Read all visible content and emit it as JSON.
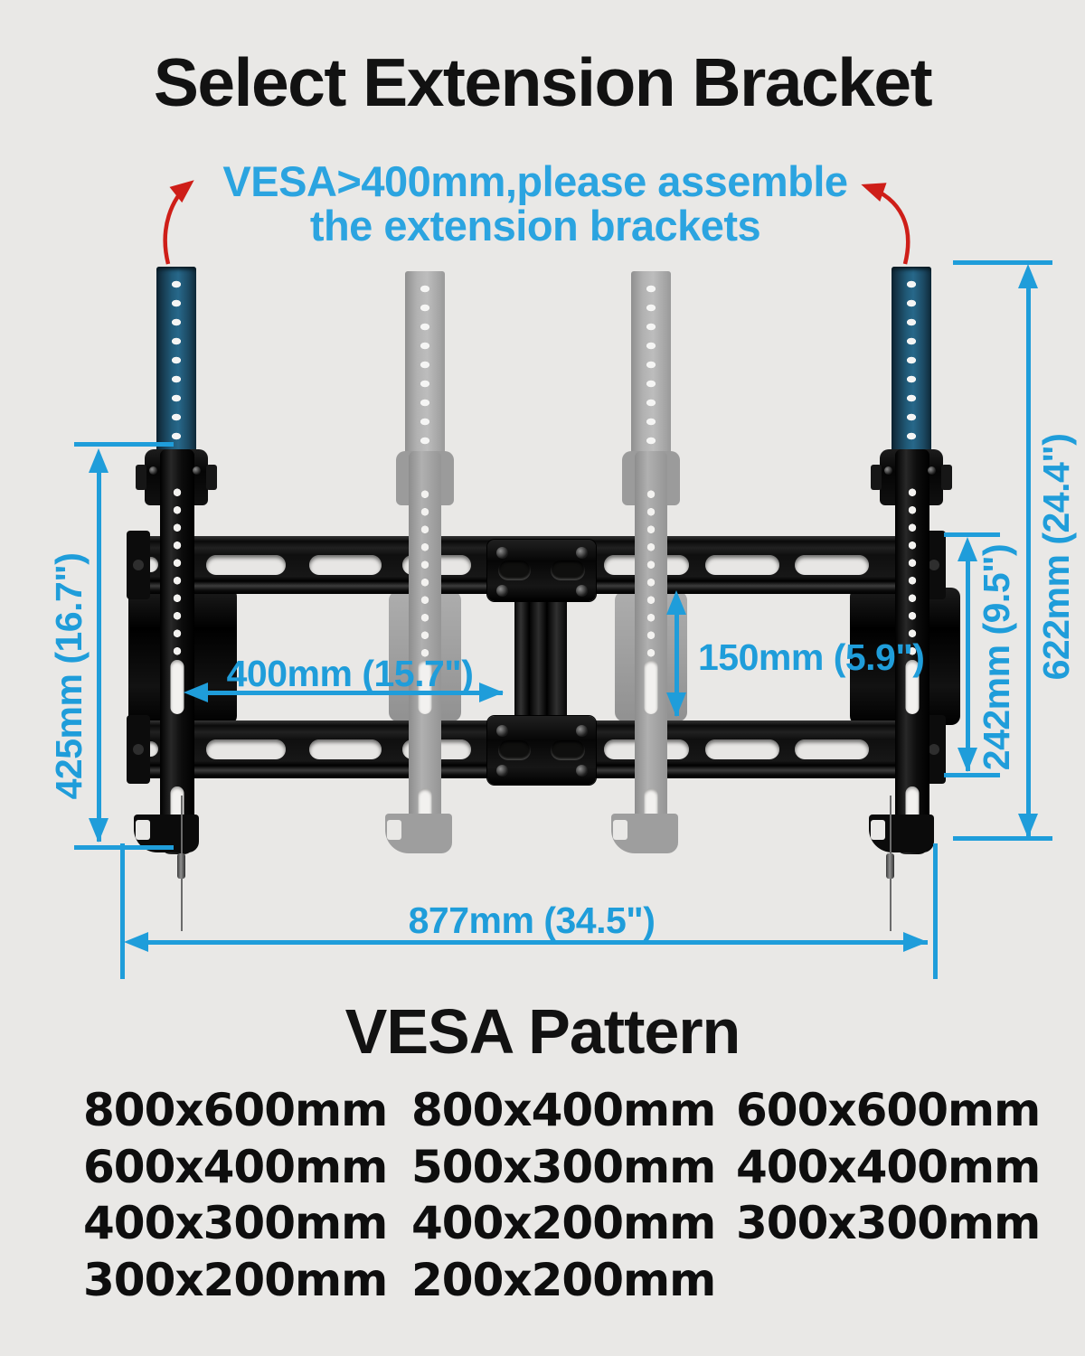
{
  "header": {
    "title": "Select Extension Bracket",
    "subtitle_line1": "VESA>400mm,please assemble",
    "subtitle_line2": "the extension brackets"
  },
  "diagram": {
    "dimensions": {
      "left_height": "425mm (16.7\")",
      "inner_width": "400mm (15.7\")",
      "rail_gap": "150mm (5.9\")",
      "bracket_height": "242mm (9.5\")",
      "total_height": "622mm (24.4\")",
      "total_width": "877mm (34.5\")"
    },
    "colors": {
      "background": "#e9e8e6",
      "dimension_blue": "#1f9dda",
      "subtitle_blue": "#2ba4e0",
      "arrow_red": "#ce1e18",
      "extension_bracket_teal": "#1e4f6b",
      "ghost_gray": "#a6a6a6",
      "bracket_black": "#0a0a0a"
    }
  },
  "vesa": {
    "heading": "VESA Pattern",
    "patterns": [
      "800x600mm",
      "800x400mm",
      "600x600mm",
      "600x400mm",
      "500x300mm",
      "400x400mm",
      "400x300mm",
      "400x200mm",
      "300x300mm",
      "300x200mm",
      "200x200mm"
    ]
  }
}
